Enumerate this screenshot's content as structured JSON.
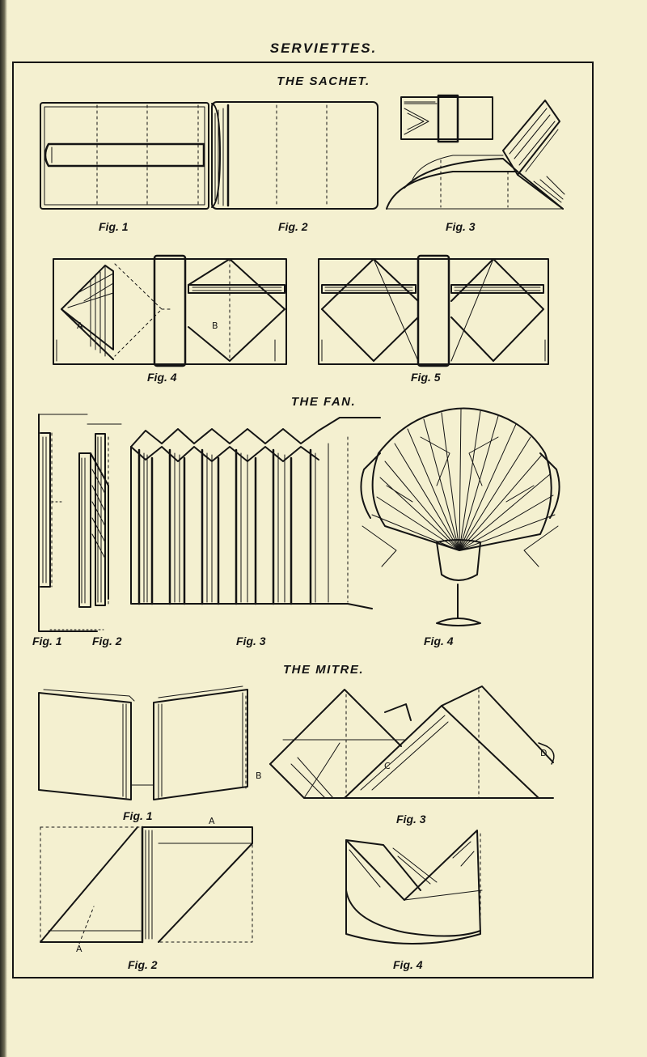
{
  "page": {
    "title": "SERVIETTES."
  },
  "sections": {
    "sachet": {
      "title": "THE SACHET.",
      "figs": [
        "Fig. 1",
        "Fig. 2",
        "Fig. 3",
        "Fig. 4",
        "Fig. 5"
      ],
      "labels": [
        "A",
        "B"
      ]
    },
    "fan": {
      "title": "THE FAN.",
      "figs": [
        "Fig. 1",
        "Fig. 2",
        "Fig. 3",
        "Fig. 4"
      ]
    },
    "mitre": {
      "title": "THE MITRE.",
      "figs": [
        "Fig. 1",
        "Fig. 2",
        "Fig. 3",
        "Fig. 4"
      ],
      "labels": [
        "A",
        "A",
        "B",
        "C",
        "D"
      ]
    }
  },
  "colors": {
    "paper": "#f4f0d0",
    "ink": "#141414"
  }
}
